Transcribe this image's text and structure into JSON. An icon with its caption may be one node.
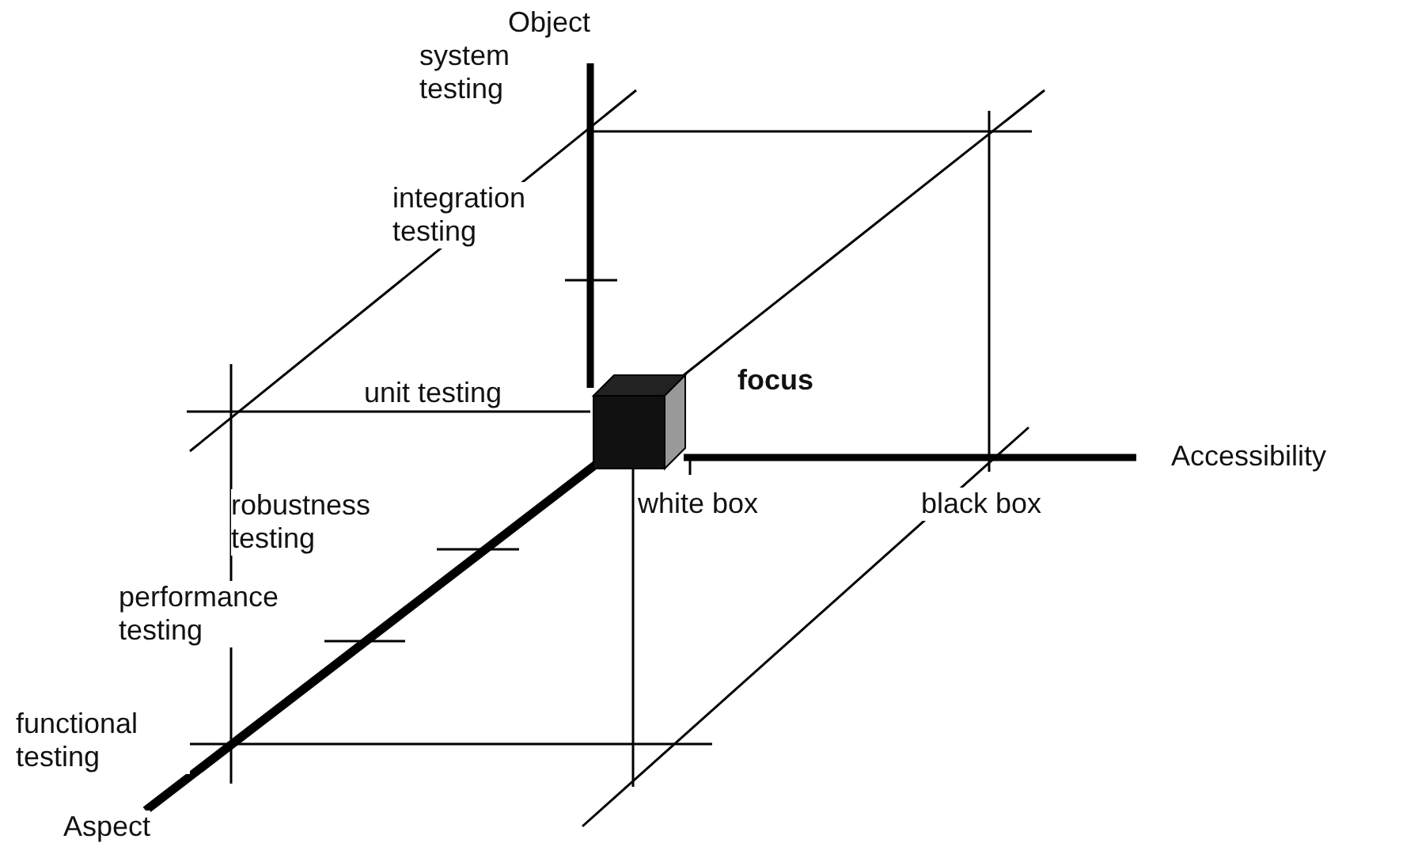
{
  "diagram": {
    "labels": [
      "Object",
      "system testing",
      "integration testing",
      "unit testing",
      "focus",
      "Accessibility",
      "robustness testing",
      "white box",
      "black box",
      "performance testing",
      "functional testing",
      "Aspect"
    ]
  }
}
